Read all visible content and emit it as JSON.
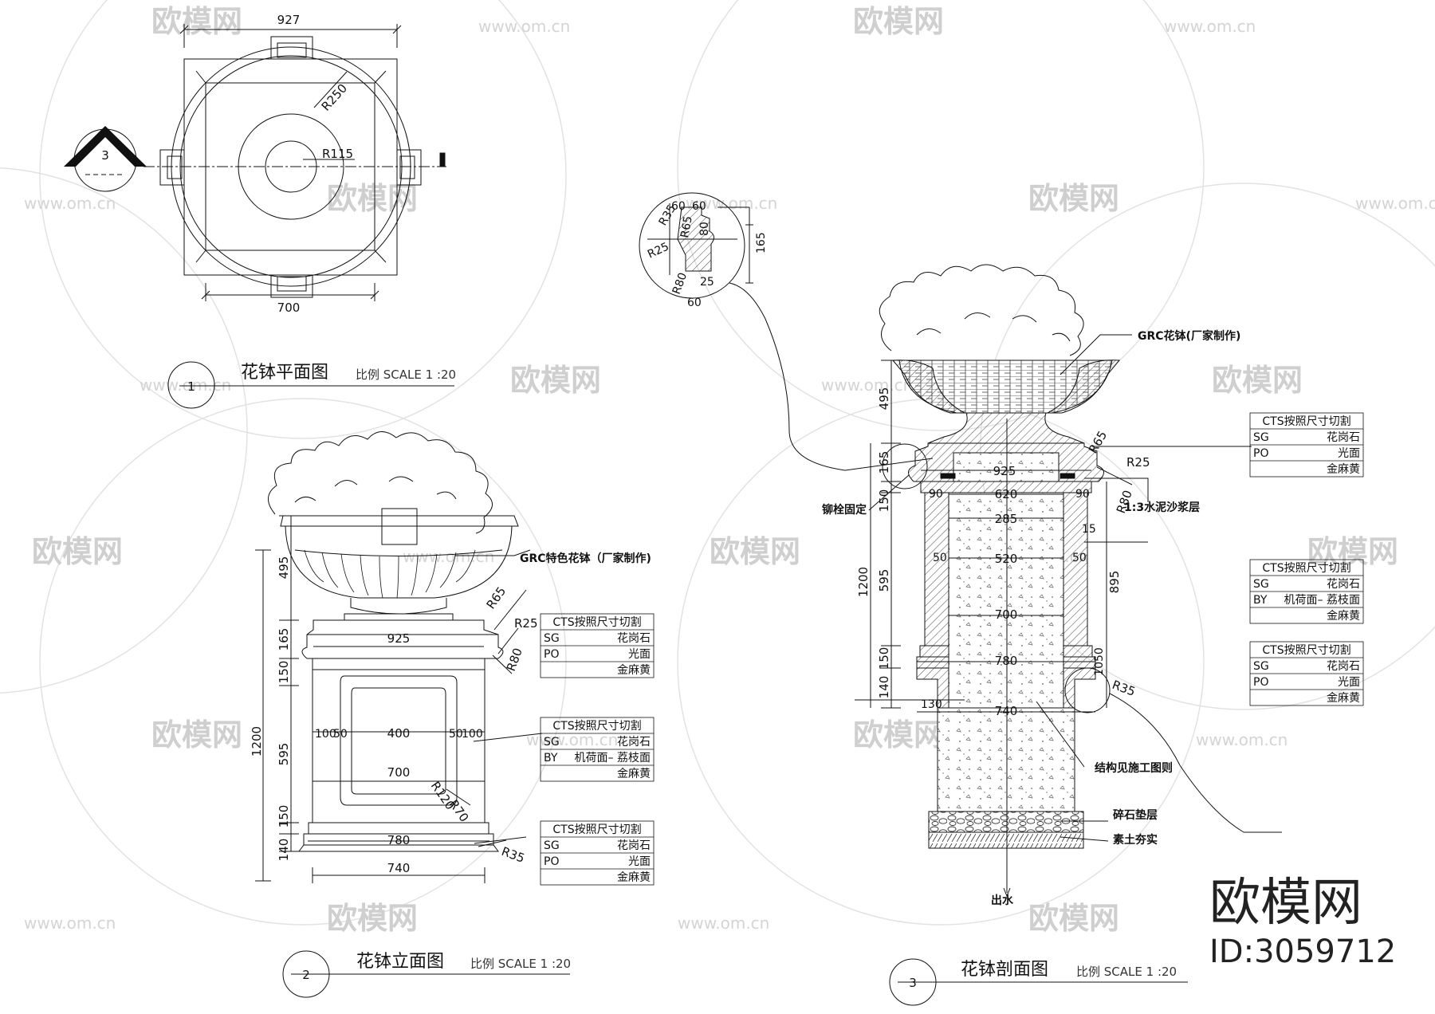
{
  "brand": {
    "logo_text": "欧模网",
    "url_text": "www.om.cn",
    "id_text": "ID:3059712"
  },
  "plan": {
    "number": "1",
    "title": "花钵平面图",
    "scale": "比例 SCALE 1 :20",
    "dim_top": "927",
    "dim_bottom": "700",
    "r_outer": "R250",
    "r_inner": "R115",
    "section_marker": "3"
  },
  "elevation": {
    "number": "2",
    "title": "花钵立面图",
    "scale": "比例 SCALE 1 :20",
    "bowl_label": "GRC特色花钵（厂家制作)",
    "heights": [
      "495",
      "165",
      "150",
      "595",
      "150",
      "140"
    ],
    "total_height": "1200",
    "widths": {
      "cap": "925",
      "panel": "400",
      "body": "700",
      "plinth": "780",
      "base": "740"
    },
    "panel_edges": [
      "100",
      "50",
      "50",
      "100"
    ],
    "radii": {
      "r65": "R65",
      "r25": "R25",
      "r80": "R80",
      "r120": "R120",
      "r70": "R70",
      "r35": "R35"
    }
  },
  "section": {
    "number": "3",
    "title": "花钵剖面图",
    "scale": "比例 SCALE 1 :20",
    "labels": {
      "bowl": "GRC花钵(厂家制作)",
      "anchor": "铆栓固定",
      "mortar": "1:3水泥沙浆层",
      "structure": "结构见施工图则",
      "gravel": "碎石垫层",
      "soil": "素土夯实",
      "outlet": "出水"
    },
    "dims": {
      "w925": "925",
      "w620": "620",
      "w285": "285",
      "w520": "520",
      "w700": "700",
      "w780": "780",
      "w740": "740",
      "d90a": "90",
      "d90b": "90",
      "d50a": "50",
      "d50b": "50",
      "d130": "130",
      "d15": "15",
      "h495": "495",
      "h165": "165",
      "h150a": "150",
      "h595": "595",
      "h150b": "150",
      "h140": "140",
      "h1200": "1200",
      "h895": "895",
      "h1050": "1050",
      "r65": "R65",
      "r25": "R25",
      "r80": "R80",
      "r35": "R35"
    }
  },
  "detail": {
    "labels": [
      "60",
      "60",
      "R35",
      "R65",
      "R25",
      "R80",
      "80",
      "25",
      "60",
      "165"
    ]
  },
  "material_tables": [
    {
      "header": "CTS按照尺寸切割",
      "rows": [
        [
          "SG",
          "花岗石"
        ],
        [
          "PO",
          "光面"
        ],
        [
          "",
          "金麻黄"
        ]
      ]
    },
    {
      "header": "CTS按照尺寸切割",
      "rows": [
        [
          "SG",
          "花岗石"
        ],
        [
          "BY",
          "机荷面– 荔枝面"
        ],
        [
          "",
          "金麻黄"
        ]
      ]
    },
    {
      "header": "CTS按照尺寸切割",
      "rows": [
        [
          "SG",
          "花岗石"
        ],
        [
          "PO",
          "光面"
        ],
        [
          "",
          "金麻黄"
        ]
      ]
    }
  ]
}
